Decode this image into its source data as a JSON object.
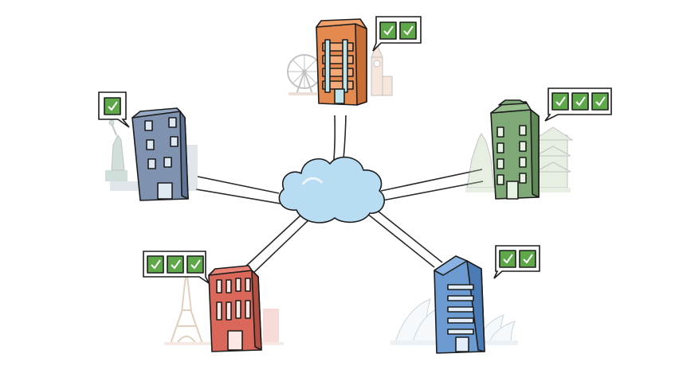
{
  "diagram": {
    "hub": {
      "icon": "cloud-icon",
      "color": "#b8dcf2"
    },
    "sites": [
      {
        "id": "london",
        "landmark": "london-eye-big-ben-icon",
        "building_color": "#e58a4e",
        "approvals": 2
      },
      {
        "id": "newyork",
        "landmark": "statue-of-liberty-icon",
        "building_color": "#7f93b0",
        "approvals": 1
      },
      {
        "id": "asia",
        "landmark": "pagoda-icon",
        "building_color": "#7fa877",
        "approvals": 3
      },
      {
        "id": "paris",
        "landmark": "eiffel-tower-icon",
        "building_color": "#d9685a",
        "approvals": 3
      },
      {
        "id": "sydney",
        "landmark": "sydney-opera-house-icon",
        "building_color": "#6b9bd1",
        "approvals": 2
      }
    ],
    "approval_icon": "approved-document-icon",
    "approval_color": "#5fa84a"
  }
}
